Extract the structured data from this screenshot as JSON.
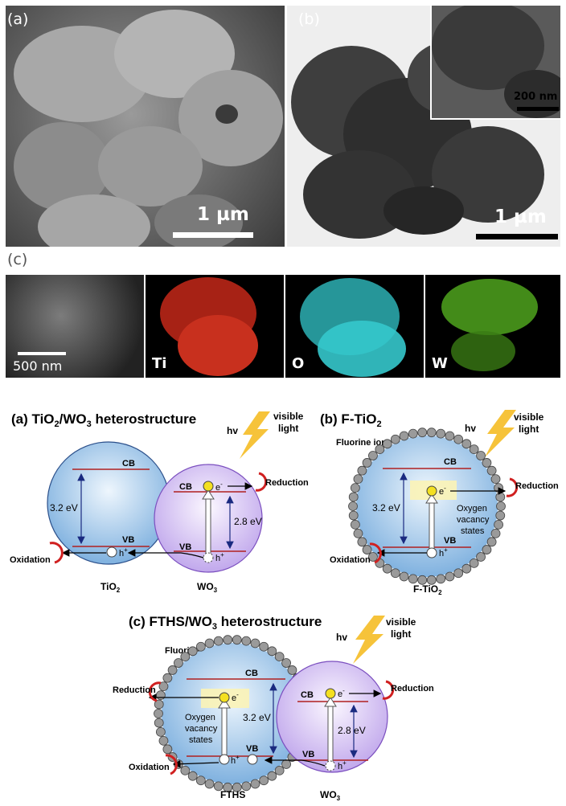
{
  "micrographs": {
    "a": {
      "label": "(a)",
      "scale_label": "1 µm"
    },
    "b": {
      "label": "(b)",
      "scale_label": "1 µm",
      "inset_scale_label": "200 nm"
    },
    "c": {
      "label": "(c)",
      "scale_label": "500 nm",
      "maps": [
        "Ti",
        "O",
        "W"
      ],
      "map_colors": [
        "#d83020",
        "#35c8cc",
        "#6ed02a"
      ]
    }
  },
  "schemes": {
    "a": {
      "title_prefix": "(a) TiO",
      "title_sub1": "2",
      "title_mid": "/WO",
      "title_sub2": "3",
      "title_suffix": " heterostructure",
      "hv": "hv",
      "light1": "visible",
      "light2": "light",
      "cb1": "CB",
      "vb1": "VB",
      "gap1": "3.2 eV",
      "cb2": "CB",
      "vb2": "VB",
      "gap2": "2.8 eV",
      "electron": "e",
      "hole": "h",
      "reduction": "Reduction",
      "oxidation": "Oxidation",
      "name1": "TiO",
      "name1_sub": "2",
      "name2": "WO",
      "name2_sub": "3"
    },
    "b": {
      "title": "(b) F-TiO",
      "title_sub": "2",
      "hv": "hv",
      "light1": "visible",
      "light2": "light",
      "fluorine": "Fluorine ions",
      "cb": "CB",
      "vb": "VB",
      "gap": "3.2 eV",
      "oxygen1": "Oxygen",
      "oxygen2": "vacancy",
      "oxygen3": "states",
      "electron": "e",
      "hole": "h",
      "reduction": "Reduction",
      "oxidation": "Oxidation",
      "name": "F-TiO",
      "name_sub": "2"
    },
    "c": {
      "title": "(c) FTHS/WO",
      "title_sub": "3",
      "title_suffix": " heterostructure",
      "hv": "hv",
      "light1": "visible",
      "light2": "light",
      "fluorine": "Fluorine ions",
      "cb1": "CB",
      "vb1": "VB",
      "gap1": "3.2 eV",
      "cb2": "CB",
      "vb2": "VB",
      "gap2": "2.8 eV",
      "oxygen1": "Oxygen",
      "oxygen2": "vacancy",
      "oxygen3": "states",
      "electron": "e",
      "hole": "h",
      "reduction_left": "Reduction",
      "reduction_right": "Reduction",
      "oxidation": "Oxidation",
      "name1": "FTHS",
      "name2": "WO",
      "name2_sub": "3"
    }
  }
}
